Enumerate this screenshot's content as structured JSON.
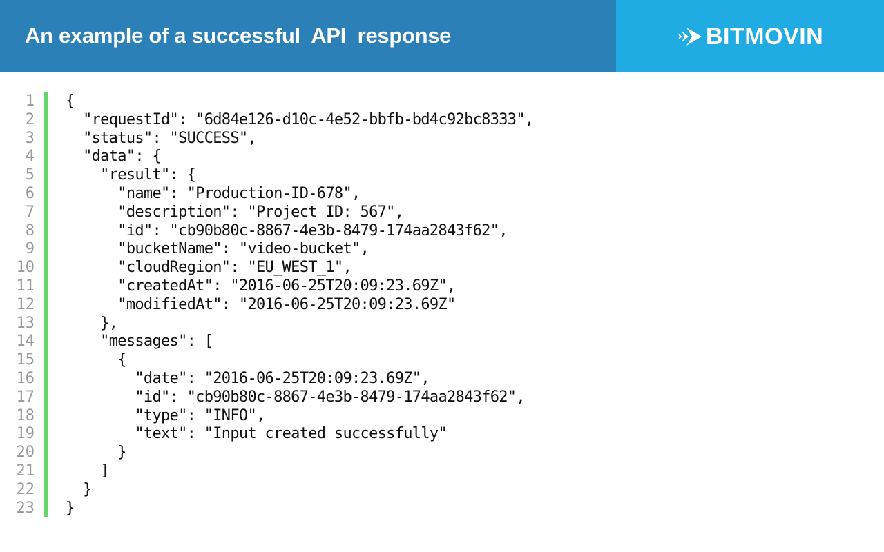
{
  "header": {
    "title": "An example of a successful  API  response",
    "logo_text": "BITMOVIN"
  },
  "code": {
    "lines": [
      "{",
      "  \"requestId\": \"6d84e126-d10c-4e52-bbfb-bd4c92bc8333\",",
      "  \"status\": \"SUCCESS\",",
      "  \"data\": {",
      "    \"result\": {",
      "      \"name\": \"Production-ID-678\",",
      "      \"description\": \"Project ID: 567\",",
      "      \"id\": \"cb90b80c-8867-4e3b-8479-174aa2843f62\",",
      "      \"bucketName\": \"video-bucket\",",
      "      \"cloudRegion\": \"EU_WEST_1\",",
      "      \"createdAt\": \"2016-06-25T20:09:23.69Z\",",
      "      \"modifiedAt\": \"2016-06-25T20:09:23.69Z\"",
      "    },",
      "    \"messages\": [",
      "      {",
      "        \"date\": \"2016-06-25T20:09:23.69Z\",",
      "        \"id\": \"cb90b80c-8867-4e3b-8479-174aa2843f62\",",
      "        \"type\": \"INFO\",",
      "        \"text\": \"Input created successfully\"",
      "      }",
      "    ]",
      "  }",
      "}"
    ],
    "line_numbers": [
      "1",
      "2",
      "3",
      "4",
      "5",
      "6",
      "7",
      "8",
      "9",
      "10",
      "11",
      "12",
      "13",
      "14",
      "15",
      "16",
      "17",
      "18",
      "19",
      "20",
      "21",
      "22",
      "23"
    ]
  },
  "colors": {
    "header_left": "#2b80b7",
    "header_right": "#20abe2",
    "gutter_bar": "#66d36b"
  }
}
